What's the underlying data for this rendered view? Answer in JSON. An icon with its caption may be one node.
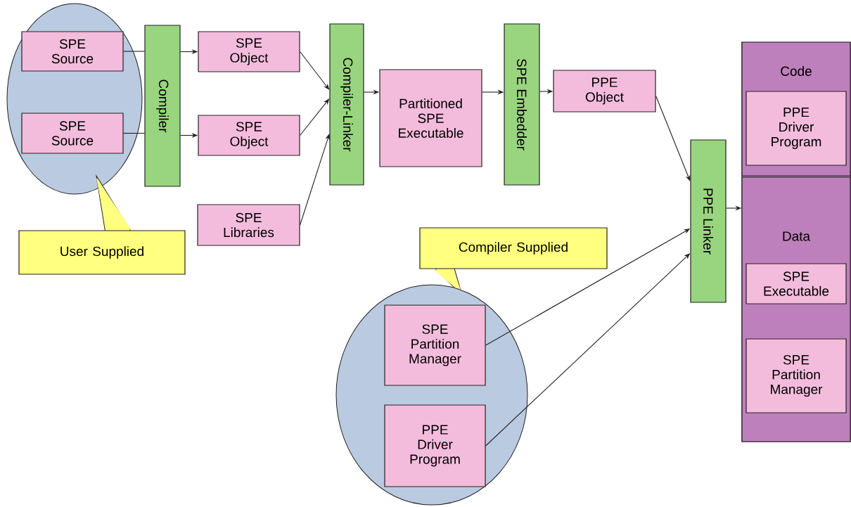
{
  "diagram": {
    "nodes": [
      {
        "text": [],
        "shape": "circle"
      },
      {
        "text": [
          "SPE Source"
        ],
        "in": 0
      },
      {
        "text": [
          "SPE Source"
        ],
        "in": 0
      },
      {
        "text": [
          "User Supplied"
        ]
      },
      {
        "text": [
          "Compiler"
        ]
      },
      {
        "text": [
          "SPE Object"
        ]
      },
      {
        "text": [
          "SPE Object"
        ]
      },
      {
        "text": [
          "SPE Libraries"
        ]
      },
      {
        "text": [
          "Compiler-Linker"
        ]
      },
      {
        "text": [
          "Partitioned SPE Executable"
        ]
      },
      {
        "text": [
          "SPE Embedder"
        ]
      },
      {
        "text": [
          "PPE Object"
        ]
      },
      {
        "text": [
          "PPE Linker"
        ]
      },
      {
        "text": [
          "Compiler Supplied"
        ]
      },
      {
        "text": [],
        "shape": "circle"
      },
      {
        "text": [
          "SPE Partition Manager"
        ],
        "in": 14
      },
      {
        "text": [
          "PPE Driver Program"
        ],
        "in": 14
      },
      {
        "text": [],
        "shape": "box"
      },
      {
        "text": [
          "Code"
        ],
        "in": 17
      },
      {
        "text": [
          "PPE Driver Program"
        ],
        "in": 18
      },
      {
        "text": [
          "Data"
        ],
        "in": 17
      },
      {
        "text": [
          "SPE Executable"
        ],
        "in": 20
      },
      {
        "text": [
          "SPE Partition Manager"
        ],
        "in": 20
      }
    ],
    "edges": [
      {
        "from": 1,
        "to": 4,
        "arrow": "none"
      },
      {
        "from": 2,
        "to": 4,
        "arrow": "none"
      },
      {
        "from": 4,
        "to": 5,
        "arrow": "to"
      },
      {
        "from": 4,
        "to": 6,
        "arrow": "to"
      },
      {
        "from": 5,
        "to": 8,
        "arrow": "to"
      },
      {
        "from": 6,
        "to": 8,
        "arrow": "to"
      },
      {
        "from": 7,
        "to": 8,
        "arrow": "to"
      },
      {
        "from": 8,
        "to": 9,
        "arrow": "to"
      },
      {
        "from": 9,
        "to": 10,
        "arrow": "to"
      },
      {
        "from": 10,
        "to": 11,
        "arrow": "to"
      },
      {
        "from": 11,
        "to": 12,
        "arrow": "to"
      },
      {
        "from": 15,
        "to": 12,
        "arrow": "to"
      },
      {
        "from": 16,
        "to": 12,
        "arrow": "to"
      },
      {
        "from": 12,
        "to": 17,
        "arrow": "to"
      }
    ]
  }
}
